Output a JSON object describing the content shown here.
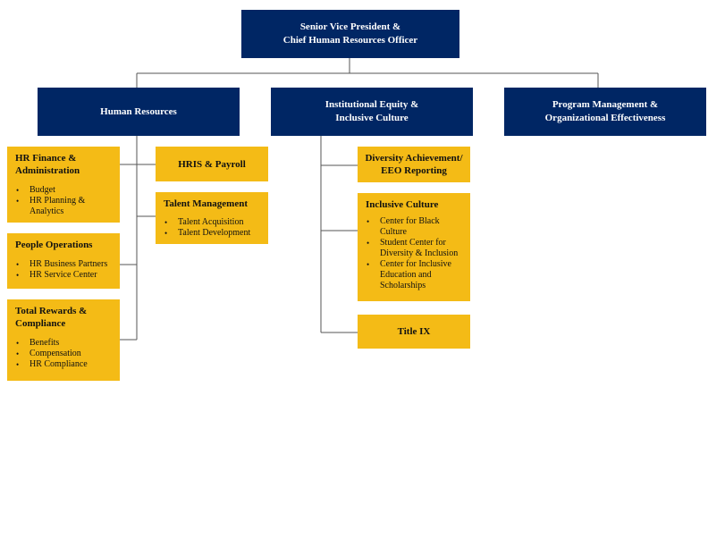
{
  "colors": {
    "navy": "#002664",
    "gold": "#f4bb16",
    "line": "#555555"
  },
  "top": {
    "line1": "Senior Vice President &",
    "line2": "Chief Human Resources Officer"
  },
  "departments": {
    "hr": {
      "title": "Human Resources"
    },
    "iec": {
      "line1": "Institutional Equity &",
      "line2": "Inclusive Culture"
    },
    "pm": {
      "line1": "Program Management &",
      "line2": "Organizational Effectiveness"
    }
  },
  "hr_units": {
    "finance": {
      "line1": "HR Finance &",
      "line2": "Administration",
      "items": [
        "Budget",
        "HR Planning &",
        "Analytics"
      ]
    },
    "people": {
      "title": "People Operations",
      "items": [
        "HR Business Partners",
        "HR Service Center"
      ]
    },
    "rewards": {
      "line1": "Total Rewards &",
      "line2": "Compliance",
      "items": [
        "Benefits",
        "Compensation",
        "HR Compliance"
      ]
    },
    "hris": {
      "title": "HRIS & Payroll"
    },
    "talent": {
      "title": "Talent Management",
      "items": [
        "Talent Acquisition",
        "Talent Development"
      ]
    }
  },
  "iec_units": {
    "diversity": {
      "line1": "Diversity Achievement/",
      "line2": "EEO Reporting"
    },
    "inclusive": {
      "title": "Inclusive Culture",
      "items": [
        "Center for Black",
        "Culture",
        "Student Center for",
        "Diversity & Inclusion",
        "Center for Inclusive",
        "Education and",
        "Scholarships"
      ]
    },
    "title9": {
      "title": "Title IX"
    }
  }
}
